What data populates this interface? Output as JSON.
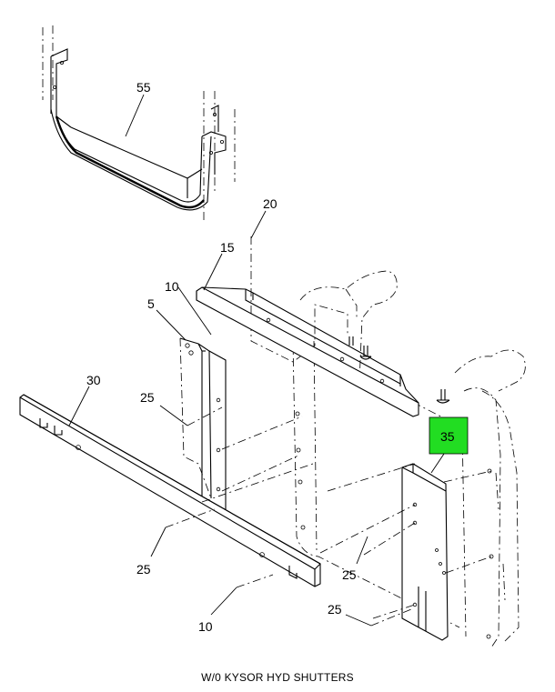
{
  "caption": "W/0 KYSOR HYD SHUTTERS",
  "highlight_color": "#22dd22",
  "callouts": {
    "c55": "55",
    "c20": "20",
    "c15": "15",
    "c10a": "10",
    "c5": "5",
    "c30": "30",
    "c25a": "25",
    "c35": "35",
    "c25b": "25",
    "c25c": "25",
    "c25d": "25",
    "c10b": "10"
  }
}
